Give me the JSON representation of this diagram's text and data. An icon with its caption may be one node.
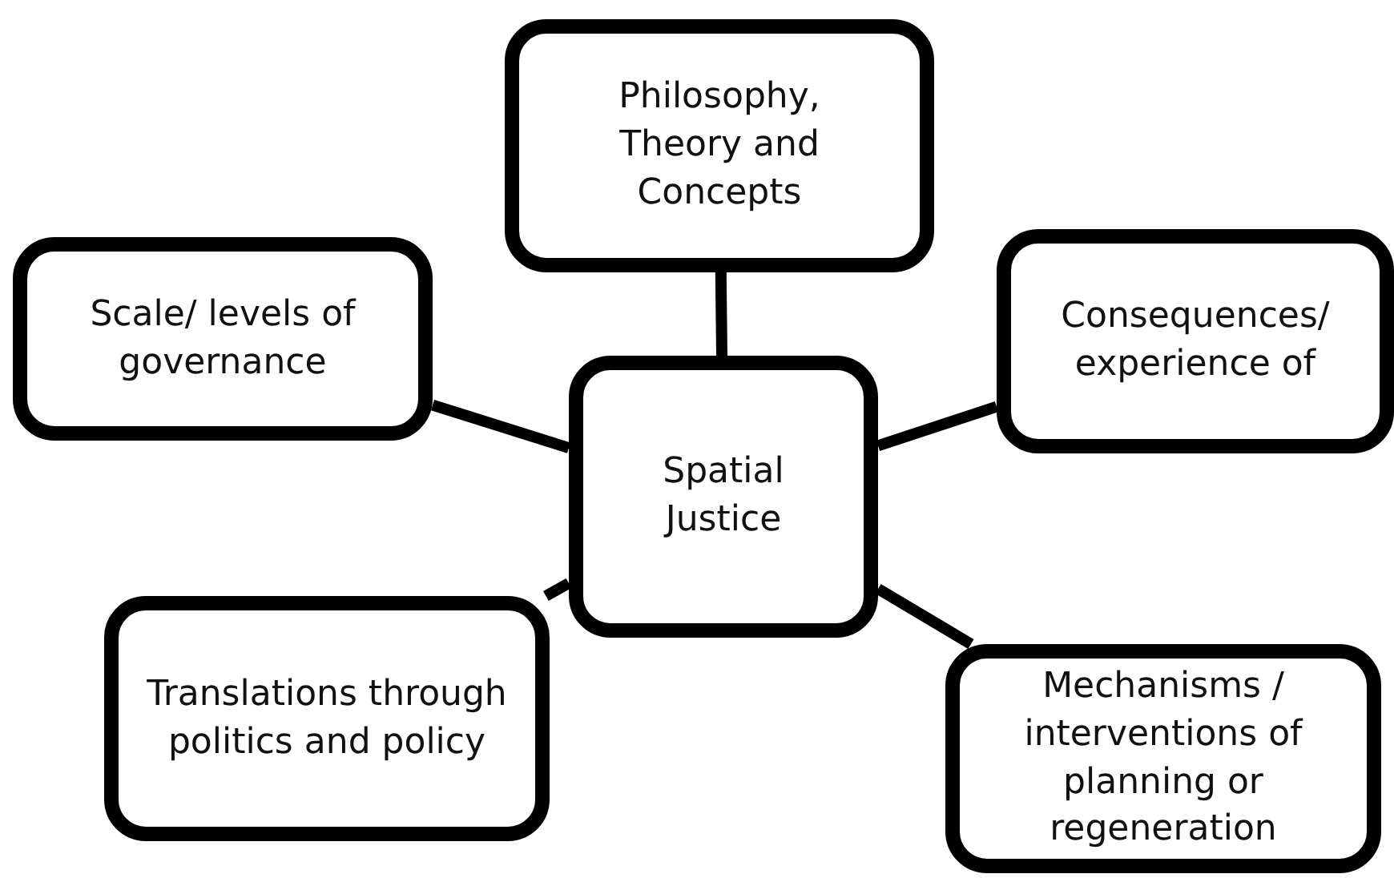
{
  "diagram": {
    "nodes": [
      {
        "text": [
          "Philosophy, Theory and Concepts"
        ]
      },
      {
        "text": [
          "Scale/ levels of governance"
        ]
      },
      {
        "text": [
          "Consequences/ experience of"
        ]
      },
      {
        "text": [
          "Spatial Justice"
        ]
      },
      {
        "text": [
          "Translations through politics and policy"
        ]
      },
      {
        "text": [
          "Mechanisms / interventions of planning or regeneration"
        ]
      }
    ],
    "edges": [
      {
        "from": 3,
        "to": 0,
        "arrow": "none"
      },
      {
        "from": 3,
        "to": 1,
        "arrow": "none"
      },
      {
        "from": 3,
        "to": 2,
        "arrow": "none"
      },
      {
        "from": 3,
        "to": 4,
        "arrow": "none"
      },
      {
        "from": 3,
        "to": 5,
        "arrow": "none"
      }
    ]
  }
}
